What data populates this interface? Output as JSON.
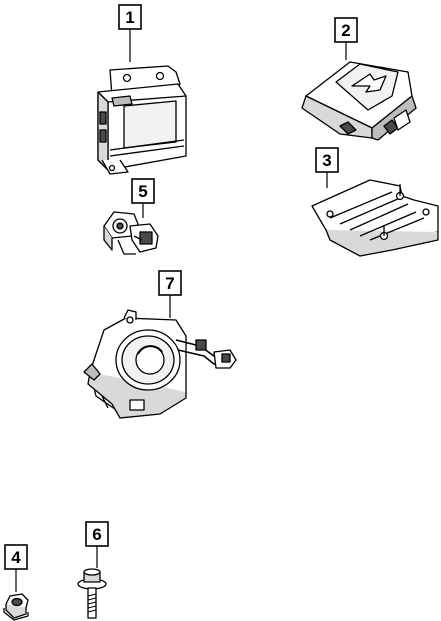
{
  "diagram": {
    "callouts": [
      {
        "id": "1",
        "label": "1"
      },
      {
        "id": "2",
        "label": "2"
      },
      {
        "id": "3",
        "label": "3"
      },
      {
        "id": "4",
        "label": "4"
      },
      {
        "id": "5",
        "label": "5"
      },
      {
        "id": "6",
        "label": "6"
      },
      {
        "id": "7",
        "label": "7"
      }
    ],
    "colors": {
      "line": "#000000",
      "part_fill": "#ffffff",
      "shade": "#bdbdbd",
      "dark": "#4a4a4a"
    }
  }
}
